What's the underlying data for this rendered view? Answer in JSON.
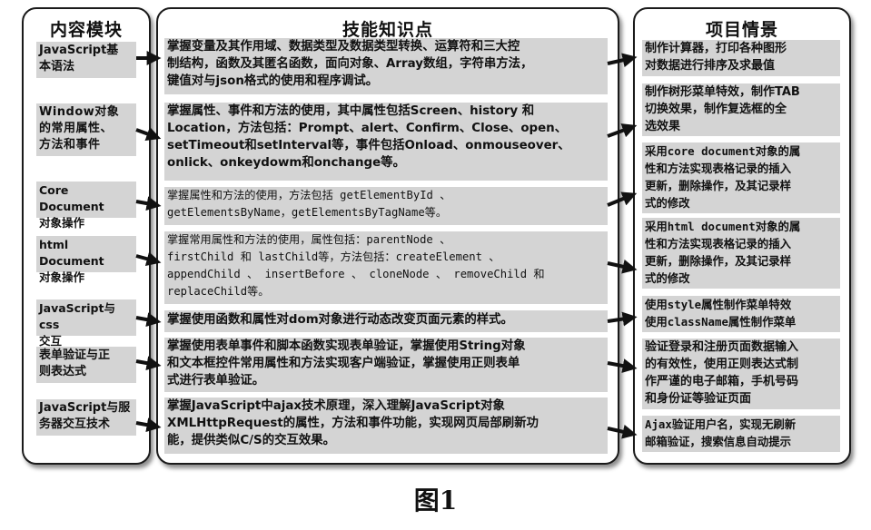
{
  "headers": {
    "modules": "内容模块",
    "skills": "技能知识点",
    "projects": "项目情景"
  },
  "modules": [
    "JavaScript基\n本语法",
    "Window对象\n的常用属性、\n方法和事件",
    "Core Document\n对象操作",
    "html Document\n对象操作",
    "JavaScript与css\n交互",
    "表单验证与正\n则表达式",
    "JavaScript与服\n务器交互技术"
  ],
  "skills": [
    "掌握变量及其作用域、数据类型及数据类型转换、运算符和三大控\n制结构，函数及其匿名函数，面向对象、Array数组，字符串方法，\n键值对与json格式的使用和程序调试。",
    "掌握属性、事件和方法的使用，其中属性包括Screen、history 和\nLocation，方法包括：Prompt、alert、Confirm、Close、open、\nsetTimeout和setInterval等，事件包括Onload、onmouseover、\nonlick、onkeydowm和onchange等。",
    "掌握属性和方法的使用，方法包括 getElementById 、\ngetElementsByName，getElementsByTagName等。",
    "掌握常用属性和方法的使用，属性包括：parentNode 、\nfirstChild 和 lastChild等，方法包括：createElement 、\nappendChild 、 insertBefore 、 cloneNode 、 removeChild 和\nreplaceChild等。",
    "掌握使用函数和属性对dom对象进行动态改变页面元素的样式。",
    "掌握使用表单事件和脚本函数实现表单验证，掌握使用String对象\n和文本框控件常用属性和方法实现客户端验证，掌握使用正则表单\n式进行表单验证。",
    "掌握JavaScript中ajax技术原理，深入理解JavaScript对象\nXMLHttpRequest的属性，方法和事件功能，实现网页局部刷新功\n能，提供类似C/S的交互效果。"
  ],
  "projects": [
    "制作计算器，打印各种图形\n对数据进行排序及求最值",
    "制作树形菜单特效，制作TAB\n切换效果，制作复选框的全\n选效果",
    "采用core document对象的属\n性和方法实现表格记录的插入\n更新，删除操作，及其记录样\n式的修改",
    "采用html document对象的属\n性和方法实现表格记录的插入\n更新，删除操作，及其记录样\n式的修改",
    "使用style属性制作菜单特效\n使用className属性制作菜单",
    "验证登录和注册页面数据输入\n的有效性，使用正则表达式制\n作严谨的电子邮箱，手机号码\n和身份证等验证页面",
    "Ajax验证用户名，实现无刷新\n邮箱验证，搜索信息自动提示"
  ],
  "caption": "图1"
}
